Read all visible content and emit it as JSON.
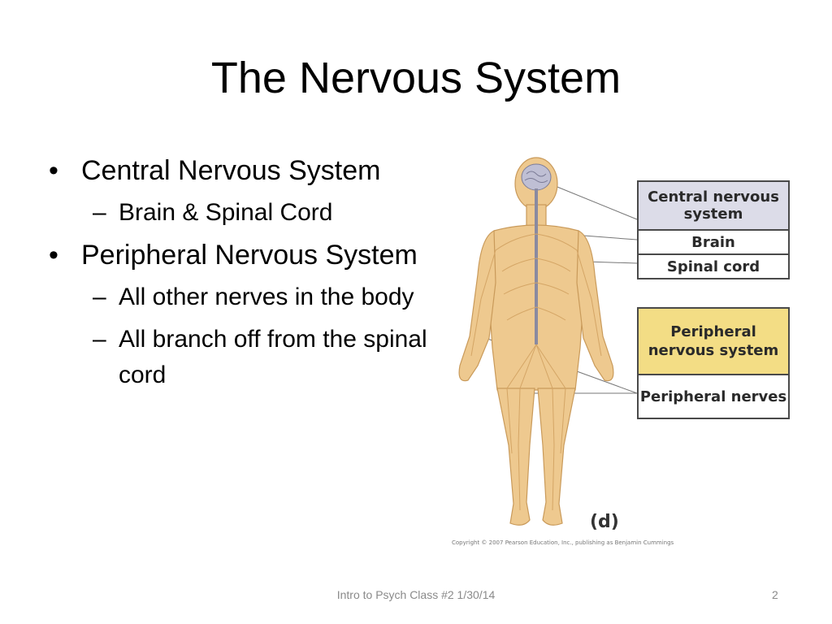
{
  "title": "The Nervous System",
  "bullets": [
    {
      "text": "Central Nervous System",
      "subitems": [
        "Brain & Spinal Cord"
      ]
    },
    {
      "text": "Peripheral Nervous System",
      "subitems": [
        "All other nerves in the body",
        "All branch off from the spinal cord"
      ]
    }
  ],
  "glyphs": {
    "bullet": "•",
    "dash": "–"
  },
  "figure": {
    "cns_header": "Central nervous system",
    "brain": "Brain",
    "spinal_cord": "Spinal cord",
    "pns_header": "Peripheral nervous system",
    "peripheral_nerves": "Peripheral nerves",
    "panel_letter": "(d)",
    "copyright": "Copyright © 2007 Pearson Education, Inc., publishing as Benjamin Cummings",
    "colors": {
      "skin": "#eec98f",
      "skin_outline": "#c99a5a",
      "nerve": "#d4a565",
      "cns": "#8a8aa0",
      "cns_box": "#dcdce8",
      "pns_box": "#f3dd85"
    }
  },
  "footer": {
    "center": "Intro to Psych Class #2 1/30/14",
    "page": "2"
  }
}
